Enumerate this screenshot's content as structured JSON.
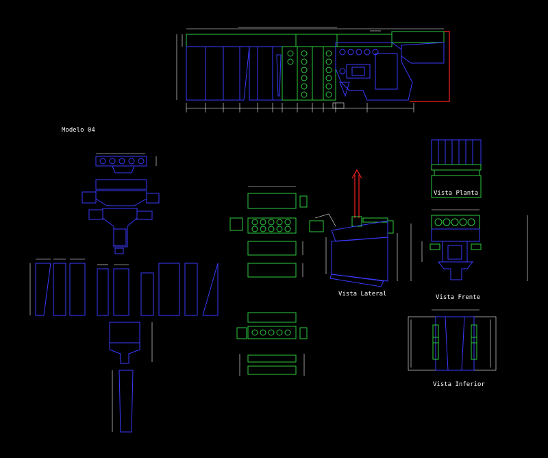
{
  "title": "Modelo 04",
  "views": {
    "lateral": "Vista Lateral",
    "planta": "Vista Planta",
    "frente": "Vista Frente",
    "inferior": "Vista Inferior"
  },
  "colors": {
    "background": "#000000",
    "blue": "#3a3aff",
    "green": "#2ecc40",
    "white": "#ffffff",
    "red": "#ff2020"
  }
}
